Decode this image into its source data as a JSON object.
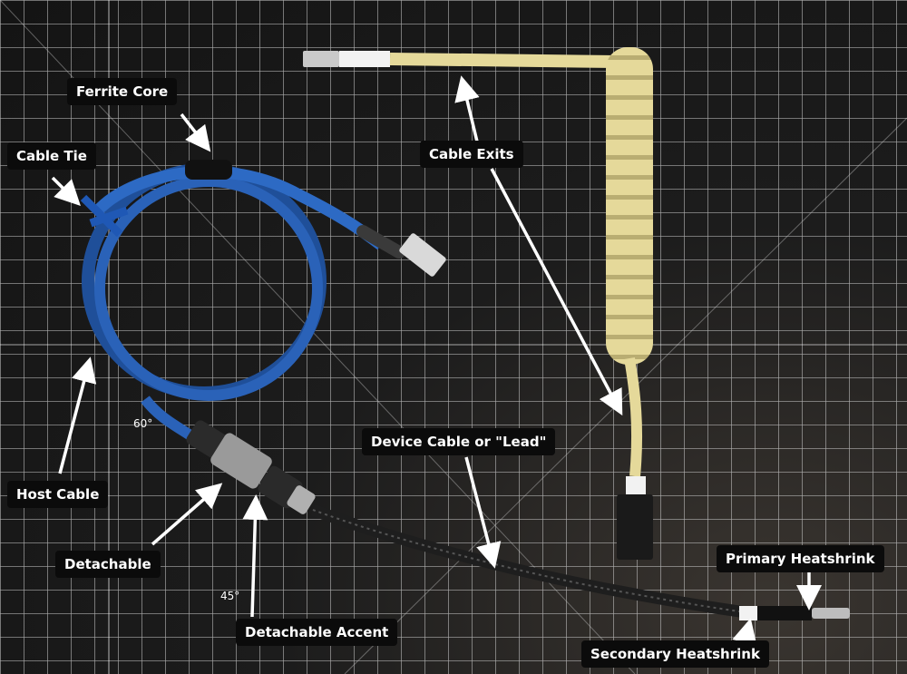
{
  "labels": {
    "ferrite_core": "Ferrite Core",
    "cable_tie": "Cable Tie",
    "cable_exits": "Cable Exits",
    "host_cable": "Host Cable",
    "detachable": "Detachable",
    "detachable_accent": "Detachable Accent",
    "device_cable": "Device Cable or \"Lead\"",
    "primary_heatshrink": "Primary Heatshrink",
    "secondary_heatshrink": "Secondary Heatshrink"
  },
  "mat_marks": {
    "angle_60": "60°",
    "angle_45": "45°"
  },
  "colors": {
    "mat": "#1a1a1a",
    "grid": "#d9d9d9",
    "host_cable": "#2a62b8",
    "coil_cable": "#e7dc9c",
    "lead_cable": "#1e1e1e",
    "heatshrink": "#f2f2f2",
    "callout_bg": "#0b0b0b",
    "arrow": "#ffffff"
  }
}
